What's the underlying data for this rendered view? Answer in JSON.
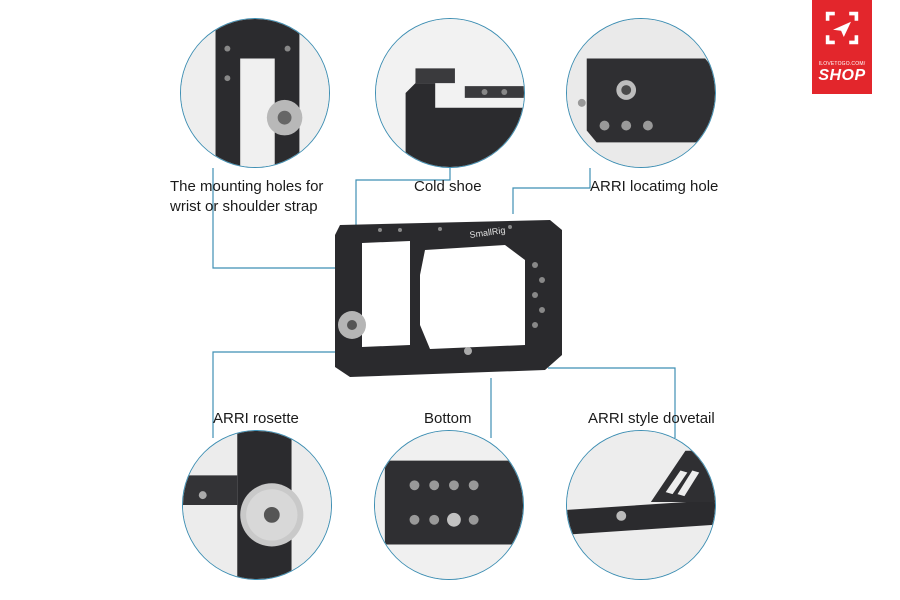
{
  "labels": {
    "mounting_holes": "The mounting holes for wrist or shoulder strap",
    "cold_shoe": "Cold shoe",
    "arri_locating": "ARRI  locatimg hole",
    "arri_rosette": "ARRI  rosette",
    "bottom": "Bottom",
    "arri_dovetail": "ARRI style dovetail"
  },
  "cage_brand": "SmallRig",
  "logo": {
    "tagline": "ILOVETOGO.COM/",
    "text": "SHOP"
  },
  "colors": {
    "accent": "#3f8fb3",
    "logo_red": "#e3262c",
    "metal": "#2b2b2e"
  }
}
